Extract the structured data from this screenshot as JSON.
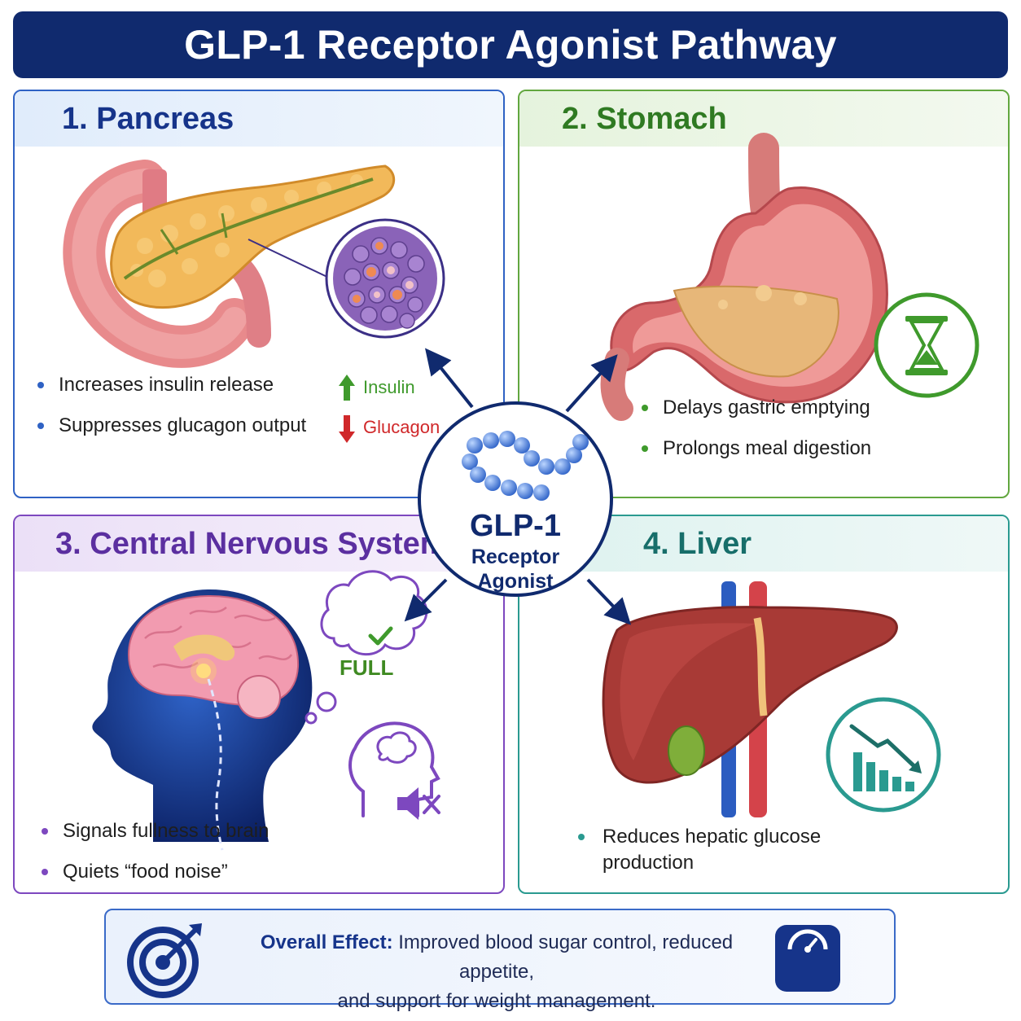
{
  "title": "GLP-1 Receptor Agonist Pathway",
  "center": {
    "line1": "GLP-1",
    "line2": "Receptor",
    "line3": "Agonist"
  },
  "panels": {
    "pancreas": {
      "title": "1. Pancreas",
      "bullets": [
        "Increases insulin release",
        "Suppresses glucagon output"
      ],
      "indicators": {
        "insulin": "Insulin",
        "glucagon": "Glucagon"
      }
    },
    "stomach": {
      "title": "2. Stomach",
      "bullets": [
        "Delays gastric emptying",
        "Prolongs meal digestion"
      ]
    },
    "cns": {
      "title": "3. Central Nervous System",
      "bullets": [
        "Signals fullness to brain",
        "Quiets “food noise”"
      ],
      "thought_bubble": "FULL"
    },
    "liver": {
      "title": "4. Liver",
      "bullets": [
        "Reduces hepatic glucose production"
      ]
    }
  },
  "overall": {
    "label": "Overall Effect:",
    "line1": "Improved blood sugar control, reduced appetite,",
    "line2": "and support for weight management."
  },
  "colors": {
    "navy": "#102a6e",
    "pancreas": "#2f62c4",
    "stomach": "#62a73f",
    "cns": "#7d48bf",
    "liver": "#2a9a90",
    "up_arrow": "#3f9a2c",
    "down_arrow": "#d0282a"
  },
  "icons": [
    "hourglass-icon",
    "thought-bubble-icon",
    "head-mind-icon",
    "mute-speaker-icon",
    "decline-chart-icon",
    "target-icon",
    "weight-scale-icon"
  ]
}
